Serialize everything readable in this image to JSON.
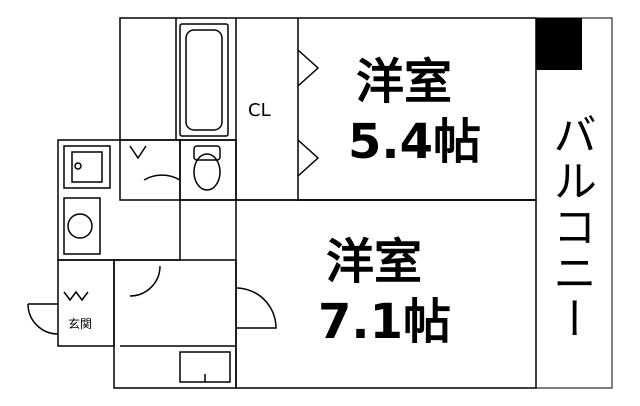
{
  "plan": {
    "rooms": [
      {
        "id": "western-room-1",
        "name": "洋室",
        "size": "5.4帖"
      },
      {
        "id": "western-room-2",
        "name": "洋室",
        "size": "7.1帖"
      }
    ],
    "closet_label": "CL",
    "entrance_label": "玄関",
    "balcony_label": "バルコニー"
  }
}
